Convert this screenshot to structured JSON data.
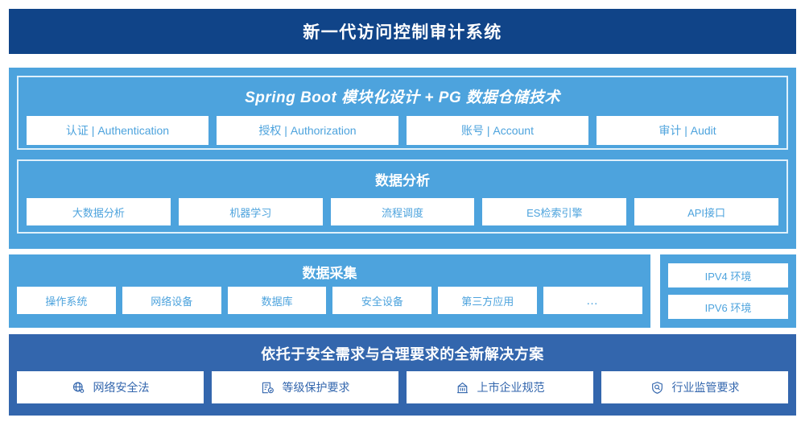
{
  "header": {
    "title": "新一代访问控制审计系统"
  },
  "platform": {
    "springboot": {
      "title": "Spring Boot 模块化设计 + PG 数据仓储技术",
      "chips": [
        "认证 | Authentication",
        "授权 | Authorization",
        "账号 | Account",
        "审计 | Audit"
      ]
    },
    "analysis": {
      "title": "数据分析",
      "chips": [
        "大数据分析",
        "机器学习",
        "流程调度",
        "ES检索引擎",
        "API接口"
      ]
    }
  },
  "collect": {
    "title": "数据采集",
    "chips": [
      "操作系统",
      "网络设备",
      "数据库",
      "安全设备",
      "第三方应用",
      "…"
    ]
  },
  "ipv": {
    "chips": [
      "IPV4 环境",
      "IPV6 环境"
    ]
  },
  "solution": {
    "title": "依托于安全需求与合理要求的全新解决方案",
    "chips": [
      {
        "label": "网络安全法",
        "icon": "globe-icon"
      },
      {
        "label": "等级保护要求",
        "icon": "document-check-icon"
      },
      {
        "label": "上市企业规范",
        "icon": "bank-icon"
      },
      {
        "label": "行业监管要求",
        "icon": "shield-search-icon"
      }
    ]
  },
  "colors": {
    "header_navy": "#104488",
    "panel_light_blue": "#4da3dd",
    "panel_mid_blue": "#3366ad",
    "chip_white": "#ffffff",
    "chip_text_light": "#4da3dd",
    "chip_text_mid": "#3366ad"
  }
}
